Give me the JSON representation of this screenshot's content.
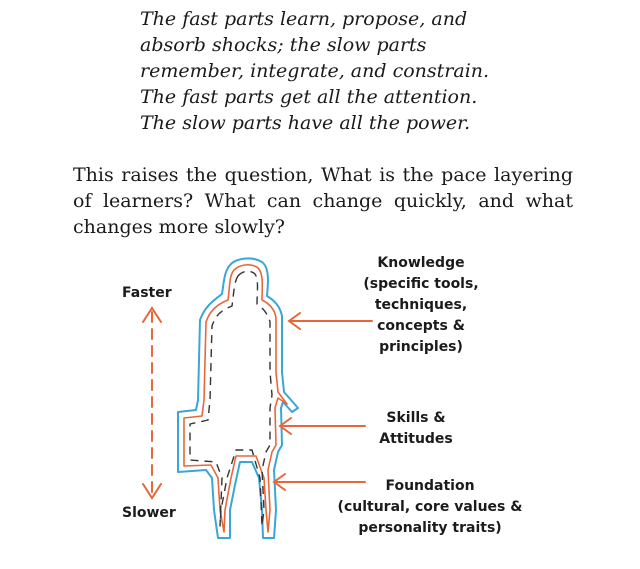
{
  "quote": {
    "lines": [
      "The fast parts learn, propose, and",
      "absorb shocks; the slow parts",
      "remember, integrate, and constrain.",
      "The fast parts get all the attention.",
      "The slow parts have all the power."
    ]
  },
  "paragraph": {
    "lines": [
      "This raises the question, What is the pace layering",
      "of learners? What can change quickly, and what",
      "changes more slowly?"
    ]
  },
  "figure": {
    "scale": {
      "top_label": "Faster",
      "bottom_label": "Slower"
    },
    "labels": {
      "knowledge": [
        "Knowledge",
        "(specific tools,",
        "techniques,",
        "concepts &",
        "principles)"
      ],
      "skills": [
        "Skills &",
        "Attitudes"
      ],
      "foundation": [
        "Foundation",
        "(cultural, core values &",
        "personality traits)"
      ]
    },
    "colors": {
      "outline": "#3aa6d8",
      "inner_dash": "#333333",
      "arrow": "#e8673a",
      "scale_arrow": "#e8673a"
    }
  }
}
